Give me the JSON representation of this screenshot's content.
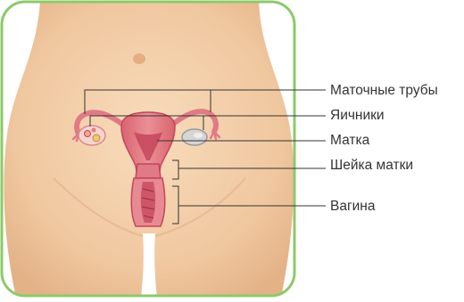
{
  "labels": {
    "fallopian_tubes": "Маточные трубы",
    "ovaries": "Яичники",
    "uterus": "Матка",
    "cervix": "Шейка матки",
    "vagina": "Вагина"
  },
  "colors": {
    "frame": "#8cc96a",
    "skin": "#f3cfa8",
    "skin_shadow": "#e2b48a",
    "uterus": "#e07a86",
    "uterus_inner": "#c4455a",
    "ovary": "#f2d0c8",
    "leader_line": "#333333"
  }
}
